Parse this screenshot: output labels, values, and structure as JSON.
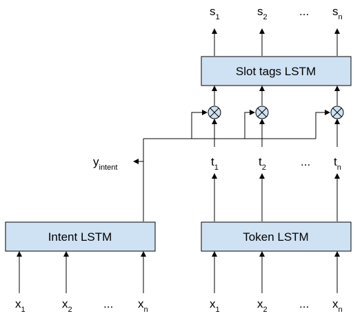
{
  "boxes": {
    "slot_tags": "Slot tags LSTM",
    "intent": "Intent LSTM",
    "token": "Token LSTM"
  },
  "inputs_left": [
    {
      "base": "x",
      "sub": "1"
    },
    {
      "base": "x",
      "sub": "2"
    },
    {
      "base": "...",
      "sub": ""
    },
    {
      "base": "x",
      "sub": "n"
    }
  ],
  "inputs_right": [
    {
      "base": "x",
      "sub": "1"
    },
    {
      "base": "x",
      "sub": "2"
    },
    {
      "base": "...",
      "sub": ""
    },
    {
      "base": "x",
      "sub": "n"
    }
  ],
  "tokens": [
    {
      "base": "t",
      "sub": "1"
    },
    {
      "base": "t",
      "sub": "2"
    },
    {
      "base": "...",
      "sub": ""
    },
    {
      "base": "t",
      "sub": "n"
    }
  ],
  "slots": [
    {
      "base": "s",
      "sub": "1"
    },
    {
      "base": "s",
      "sub": "2"
    },
    {
      "base": "...",
      "sub": ""
    },
    {
      "base": "s",
      "sub": "n"
    }
  ],
  "intent_output": {
    "base": "y",
    "sub": "intent"
  },
  "colors": {
    "box_fill": "#cfe2f3",
    "stroke": "#000000"
  }
}
